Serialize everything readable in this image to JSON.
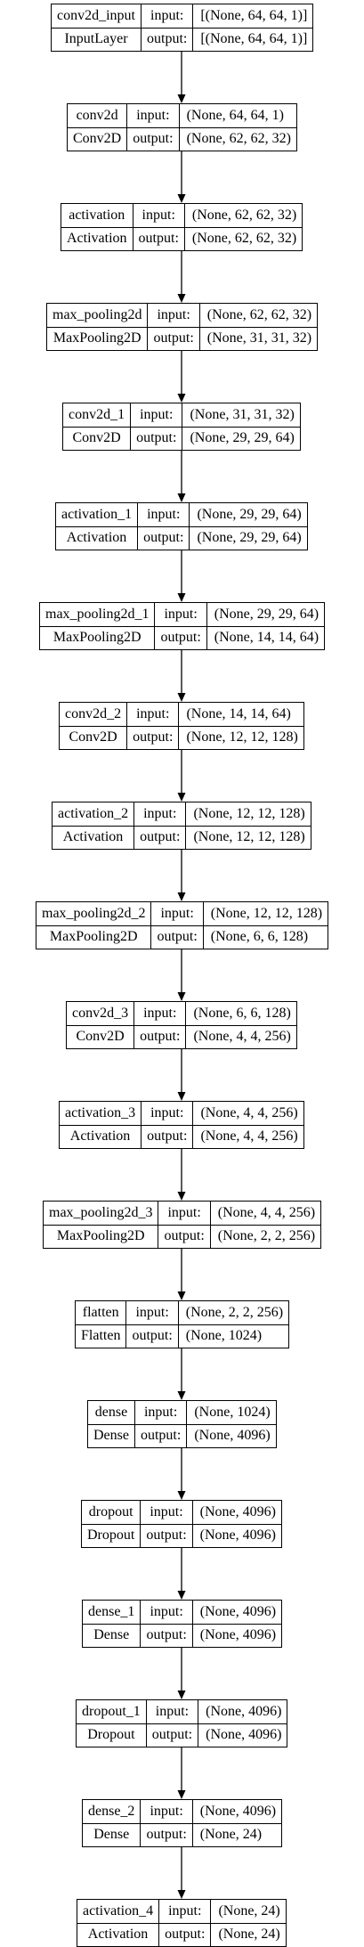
{
  "labels": {
    "input": "input:",
    "output": "output:"
  },
  "layers": [
    {
      "name": "conv2d_input",
      "type": "InputLayer",
      "input": "[(None, 64, 64, 1)]",
      "output": "[(None, 64, 64, 1)]"
    },
    {
      "name": "conv2d",
      "type": "Conv2D",
      "input": "(None, 64, 64, 1)",
      "output": "(None, 62, 62, 32)"
    },
    {
      "name": "activation",
      "type": "Activation",
      "input": "(None, 62, 62, 32)",
      "output": "(None, 62, 62, 32)"
    },
    {
      "name": "max_pooling2d",
      "type": "MaxPooling2D",
      "input": "(None, 62, 62, 32)",
      "output": "(None, 31, 31, 32)"
    },
    {
      "name": "conv2d_1",
      "type": "Conv2D",
      "input": "(None, 31, 31, 32)",
      "output": "(None, 29, 29, 64)"
    },
    {
      "name": "activation_1",
      "type": "Activation",
      "input": "(None, 29, 29, 64)",
      "output": "(None, 29, 29, 64)"
    },
    {
      "name": "max_pooling2d_1",
      "type": "MaxPooling2D",
      "input": "(None, 29, 29, 64)",
      "output": "(None, 14, 14, 64)"
    },
    {
      "name": "conv2d_2",
      "type": "Conv2D",
      "input": "(None, 14, 14, 64)",
      "output": "(None, 12, 12, 128)"
    },
    {
      "name": "activation_2",
      "type": "Activation",
      "input": "(None, 12, 12, 128)",
      "output": "(None, 12, 12, 128)"
    },
    {
      "name": "max_pooling2d_2",
      "type": "MaxPooling2D",
      "input": "(None, 12, 12, 128)",
      "output": "(None, 6, 6, 128)"
    },
    {
      "name": "conv2d_3",
      "type": "Conv2D",
      "input": "(None, 6, 6, 128)",
      "output": "(None, 4, 4, 256)"
    },
    {
      "name": "activation_3",
      "type": "Activation",
      "input": "(None, 4, 4, 256)",
      "output": "(None, 4, 4, 256)"
    },
    {
      "name": "max_pooling2d_3",
      "type": "MaxPooling2D",
      "input": "(None, 4, 4, 256)",
      "output": "(None, 2, 2, 256)"
    },
    {
      "name": "flatten",
      "type": "Flatten",
      "input": "(None, 2, 2, 256)",
      "output": "(None, 1024)"
    },
    {
      "name": "dense",
      "type": "Dense",
      "input": "(None, 1024)",
      "output": "(None, 4096)"
    },
    {
      "name": "dropout",
      "type": "Dropout",
      "input": "(None, 4096)",
      "output": "(None, 4096)"
    },
    {
      "name": "dense_1",
      "type": "Dense",
      "input": "(None, 4096)",
      "output": "(None, 4096)"
    },
    {
      "name": "dropout_1",
      "type": "Dropout",
      "input": "(None, 4096)",
      "output": "(None, 4096)"
    },
    {
      "name": "dense_2",
      "type": "Dense",
      "input": "(None, 4096)",
      "output": "(None, 24)"
    },
    {
      "name": "activation_4",
      "type": "Activation",
      "input": "(None, 24)",
      "output": "(None, 24)"
    }
  ]
}
